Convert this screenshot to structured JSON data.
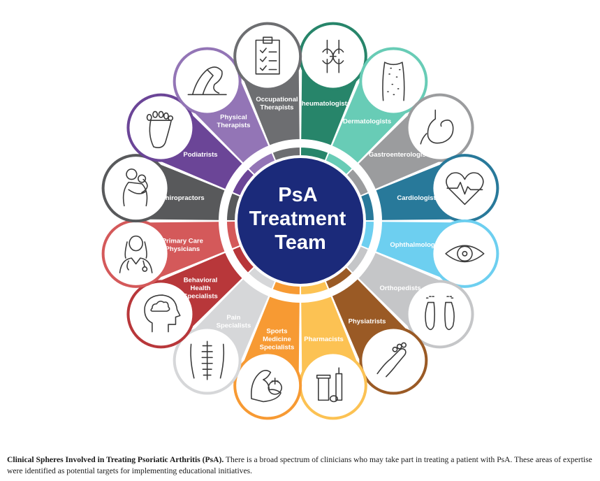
{
  "diagram": {
    "center": {
      "lines": [
        "PsA",
        "Treatment",
        "Team"
      ],
      "color": "#1b2a7a"
    },
    "segments": [
      {
        "id": "rheumatologists",
        "label": [
          "Rheumatologists"
        ],
        "color": "#27856a",
        "icon": "knee-joint-icon"
      },
      {
        "id": "dermatologists",
        "label": [
          "Dermatologists"
        ],
        "color": "#68ccb6",
        "icon": "skin-rash-body-icon"
      },
      {
        "id": "gastroenterologists",
        "label": [
          "Gastroenterologists"
        ],
        "color": "#9b9c9e",
        "icon": "stomach-icon"
      },
      {
        "id": "cardiologists",
        "label": [
          "Cardiologists"
        ],
        "color": "#28799a",
        "icon": "heart-icon"
      },
      {
        "id": "ophthalmologists",
        "label": [
          "Ophthalmologists"
        ],
        "color": "#6dcff0",
        "icon": "eye-icon"
      },
      {
        "id": "orthopedists",
        "label": [
          "Orthopedists"
        ],
        "color": "#c5c6c8",
        "icon": "feet-icon"
      },
      {
        "id": "physiatrists",
        "label": [
          "Physiatrists"
        ],
        "color": "#9a5a25",
        "icon": "hand-icon"
      },
      {
        "id": "pharmacists",
        "label": [
          "Pharmacists"
        ],
        "color": "#fcc253",
        "icon": "medication-icon"
      },
      {
        "id": "sports-medicine-specialists",
        "label": [
          "Sports",
          "Medicine",
          "Specialists"
        ],
        "color": "#f79a33",
        "icon": "flexed-arm-icon"
      },
      {
        "id": "pain-specialists",
        "label": [
          "Pain",
          "Specialists"
        ],
        "color": "#d6d7d9",
        "icon": "spine-icon"
      },
      {
        "id": "behavioral-health-specialists",
        "label": [
          "Behavioral",
          "Health",
          "Specialists"
        ],
        "color": "#b8373a",
        "icon": "head-cloud-icon"
      },
      {
        "id": "primary-care-physicians",
        "label": [
          "Primary Care",
          "Physicians"
        ],
        "color": "#d4595a",
        "icon": "doctor-icon"
      },
      {
        "id": "chiropractors",
        "label": [
          "Chiropractors"
        ],
        "color": "#58595b",
        "icon": "chiropractic-icon"
      },
      {
        "id": "podiatrists",
        "label": [
          "Podiatrists"
        ],
        "color": "#6b4597",
        "icon": "foot-icon"
      },
      {
        "id": "physical-therapists",
        "label": [
          "Physical",
          "Therapists"
        ],
        "color": "#9375b6",
        "icon": "leg-stretch-icon"
      },
      {
        "id": "occupational-therapists",
        "label": [
          "Occupational",
          "Therapists"
        ],
        "color": "#6d6e71",
        "icon": "clipboard-icon"
      }
    ]
  },
  "caption": {
    "bold": "Clinical Spheres Involved in Treating Psoriatic Arthritis (PsA).",
    "text": " There is a broad spectrum of clinicians who may take part in treating a patient with PsA. These areas of expertise were identified as potential targets for implementing educational initiatives."
  }
}
